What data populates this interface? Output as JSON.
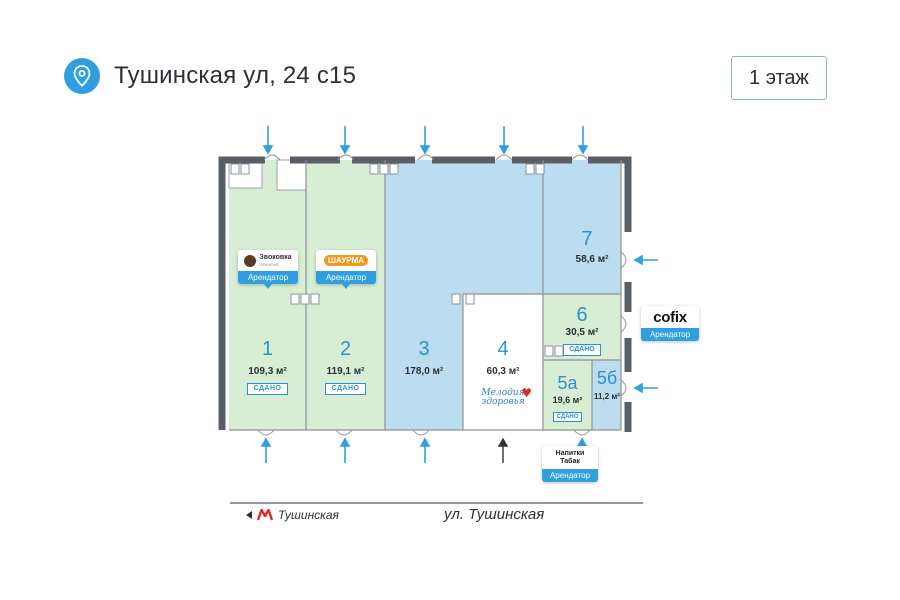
{
  "header": {
    "address": "Тушинская ул, 24 с15",
    "floor_button": "1 этаж"
  },
  "colors": {
    "rented_green": "#d8eed4",
    "free_blue": "#bcdcf0",
    "wall": "#5a5f66",
    "accent_blue": "#2f9fe0",
    "metro_red": "#e3262a"
  },
  "rooms": [
    {
      "number": "1",
      "area": "109,3 м²",
      "status": "СДАНО"
    },
    {
      "number": "2",
      "area": "119,1 м²",
      "status": "СДАНО"
    },
    {
      "number": "3",
      "area": "178,0 м²",
      "status": ""
    },
    {
      "number": "4",
      "area": "60,3 м²",
      "status": ""
    },
    {
      "number": "5а",
      "area": "19,6 м²",
      "status": "СДАНО"
    },
    {
      "number": "5б",
      "area": "11,2 м²",
      "status": ""
    },
    {
      "number": "6",
      "area": "30,5 м²",
      "status": "СДАНО"
    },
    {
      "number": "7",
      "area": "58,6 м²",
      "status": ""
    }
  ],
  "tenants": [
    {
      "logo": "Звоковка",
      "logo_sub": "ПЕКАРНЯ",
      "tag": "Арендатор"
    },
    {
      "logo": "ШАУРМА",
      "tag": "Арендатор"
    },
    {
      "logo": "cofix",
      "tag": "Арендатор"
    },
    {
      "logo": "Напитки Табак",
      "tag": "Арендатор"
    }
  ],
  "room4_logo": {
    "line1": "Мелодия",
    "line2": "здоровья"
  },
  "footer": {
    "metro_station": "Тушинская",
    "street": "ул. Тушинская"
  }
}
